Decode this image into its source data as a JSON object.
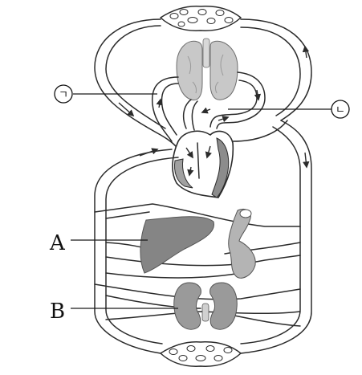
{
  "labels": {
    "giyeok": "ㄱ",
    "nieun": "ㄴ",
    "A": "A",
    "B": "B"
  },
  "colors": {
    "organ_gray": "#8c8c8c",
    "organ_dark": "#6e6e6e",
    "lung_gray": "#c8c8c8",
    "line": "#2b2b2b"
  }
}
